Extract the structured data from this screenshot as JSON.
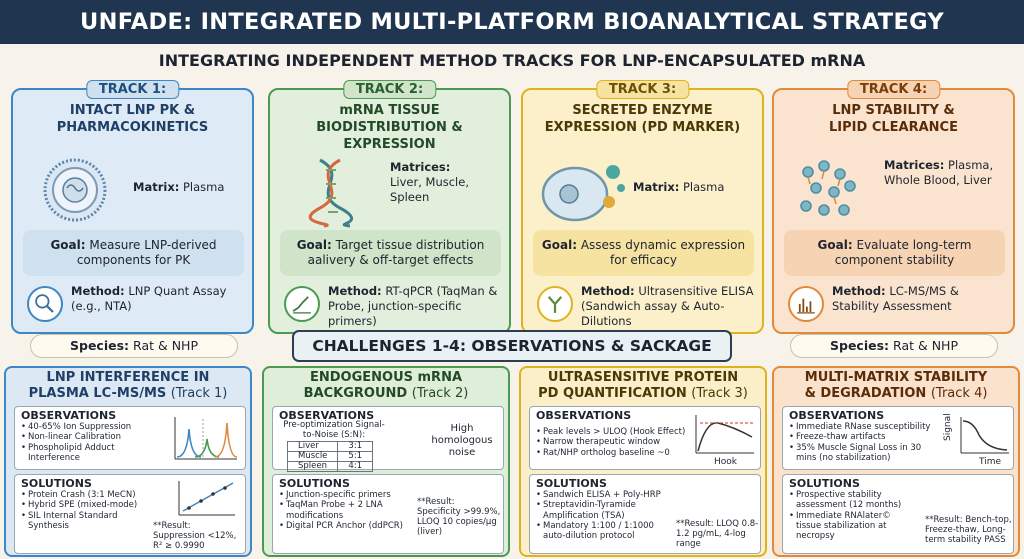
{
  "title": "UNFADE: INTEGRATED MULTI-PLATFORM BIOANALYTICAL STRATEGY",
  "subtitle": "INTEGRATING INDEPENDENT METHOD TRACKS FOR LNP-ENCAPSULATED mRNA",
  "tracks": [
    {
      "tab": "TRACK 1:",
      "head1": "INTACT LNP PK &",
      "head2": "PHARMACOKINETICS",
      "matrix_label": "Matrix:",
      "matrix_value": "Plasma",
      "goal_label": "Goal:",
      "goal_text": "Measure LNP-derived components for PK",
      "method_label": "Method:",
      "method_text": "LNP Quant Assay (e.g., NTA)",
      "color": "#3f86c4",
      "fill": "#deebf6",
      "goal_bg": "#cfe0ee"
    },
    {
      "tab": "TRACK 2:",
      "head1": "mRNA TISSUE",
      "head2": "BIODISTRIBUTION & EXPRESSION",
      "matrix_label": "Matrices:",
      "matrix_value": "Liver, Muscle, Spleen",
      "goal_label": "Goal:",
      "goal_text": "Target tissue distribution aalivery & off-target effects",
      "method_label": "Method:",
      "method_text": "RT-qPCR (TaqMan & Probe, junction-specific primers)",
      "color": "#4c9a52",
      "fill": "#e1efdc",
      "goal_bg": "#cfe4c8"
    },
    {
      "tab": "TRACK 3:",
      "head1": "SECRETED ENZYME",
      "head2": "EXPRESSION (PD MARKER)",
      "matrix_label": "Matrix:",
      "matrix_value": "Plasma",
      "goal_label": "Goal:",
      "goal_text": "Assess dynamic expression for efficacy",
      "method_label": "Method:",
      "method_text": "Ultrasensitive ELISA (Sandwich assay & Auto-Dilutions",
      "color": "#e0b31d",
      "fill": "#fbf0c9",
      "goal_bg": "#f6e3a2"
    },
    {
      "tab": "TRACK 4:",
      "head1": "LNP STABILITY &",
      "head2": "LIPID CLEARANCE",
      "matrix_label": "Matrices:",
      "matrix_value": "Plasma, Whole Blood, Liver",
      "goal_label": "Goal:",
      "goal_text": "Evaluate long-term component stability",
      "method_label": "Method:",
      "method_text": "LC-MS/MS & Stability Assessment",
      "color": "#e08a3c",
      "fill": "#fbe4cf",
      "goal_bg": "#f6d3b2"
    }
  ],
  "species_left": {
    "label": "Species:",
    "value": "Rat & NHP"
  },
  "species_right": {
    "label": "Species:",
    "value": "Rat & NHP"
  },
  "challenges_title": "CHALLENGES 1-4: OBSERVATIONS & SACKAGE",
  "challenges": [
    {
      "head1": "LNP INTERFERENCE IN",
      "head2": "PLASMA LC-MS/MS",
      "track_ref": "(Track 1)",
      "obs_label": "OBSERVATIONS",
      "observations": [
        "40-65% Ion Suppression",
        "Non-linear Calibration",
        "Phospholipid Adduct Interference"
      ],
      "sol_label": "SOLUTIONS",
      "solutions": [
        "Protein Crash (3:1 MeCN)",
        "Hybrid SPE (mixed-mode)",
        "SIL Internal Standard Synthesis"
      ],
      "result": "**Result: Suppression <12%, R² ≥ 0.9990",
      "color": "#3f86c4",
      "fill": "#dce9f4"
    },
    {
      "head1": "ENDOGENOUS mRNA",
      "head2": "BACKGROUND",
      "track_ref": "(Track 2)",
      "obs_label": "OBSERVATIONS",
      "snr_title": "Pre-optimization Signal-to-Noise (S:N):",
      "snr_rows": [
        [
          "Liver",
          "3:1"
        ],
        [
          "Muscle",
          "5:1"
        ],
        [
          "Spleen",
          "4:1"
        ]
      ],
      "noise_text": "High homologous noise",
      "sol_label": "SOLUTIONS",
      "solutions": [
        "Junction-specific primers",
        "TaqMan Probe + 2 LNA modifications",
        "Digital PCR Anchor (ddPCR)"
      ],
      "result": "**Result: Specificity >99.9%, LLOQ 10 copies/µg (liver)",
      "color": "#4c9a52",
      "fill": "#dfeed9"
    },
    {
      "head1": "ULTRASENSITIVE PROTEIN",
      "head2": "PD QUANTIFICATION",
      "track_ref": "(Track 3)",
      "obs_label": "OBSERVATIONS",
      "observations": [
        "Peak levels > ULOQ (Hook Effect)",
        "Narrow therapeutic window",
        "Rat/NHP ortholog baseline ~0"
      ],
      "chart_label": "Hook",
      "sol_label": "SOLUTIONS",
      "solutions": [
        "Sandwich ELISA + Poly-HRP",
        "Streptavidin-Tyramide Amplification (TSA)",
        "Mandatory 1:100 / 1:1000 auto-dilution protocol"
      ],
      "result": "**Result: LLOQ 0.8-1.2 pg/mL, 4-log range",
      "color": "#e0b31d",
      "fill": "#faefc8"
    },
    {
      "head1": "MULTI-MATRIX STABILITY",
      "head2": "& DEGRADATION",
      "track_ref": "(Track 4)",
      "obs_label": "OBSERVATIONS",
      "observations": [
        "Immediate RNase susceptibility",
        "Freeze-thaw artifacts",
        "35% Muscle Signal Loss in 30 mins (no stabilization)"
      ],
      "chart_ylabel": "Signal",
      "chart_xlabel": "Time",
      "sol_label": "SOLUTIONS",
      "solutions": [
        "Prospective stability assessment (12 months)",
        "Immediate RNAlater© tissue stabilization at necropsy"
      ],
      "result": "**Result: Bench-top, Freeze-thaw, Long-term stability PASS",
      "color": "#e08a3c",
      "fill": "#fbe2cc"
    }
  ]
}
